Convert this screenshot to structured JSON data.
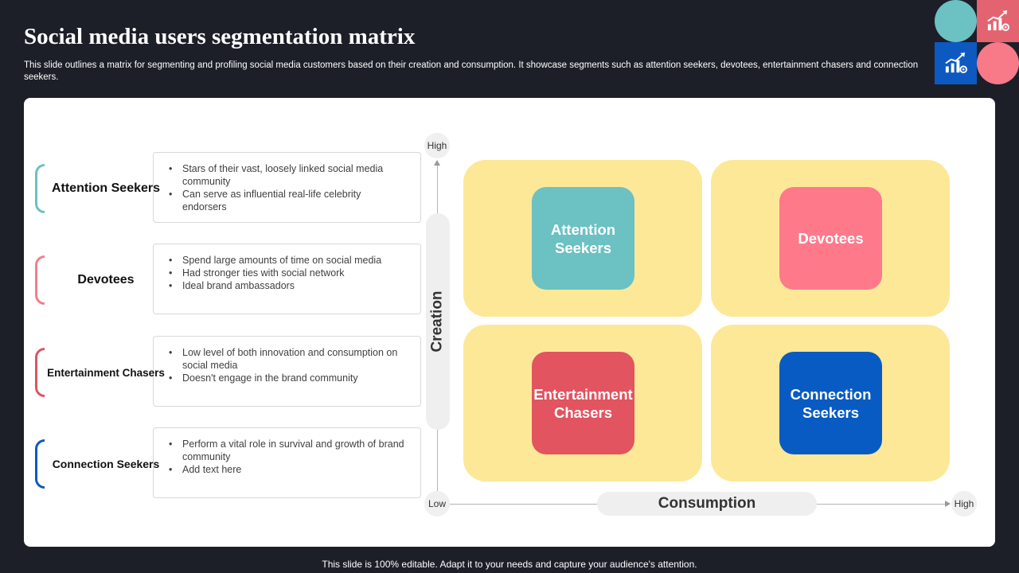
{
  "header": {
    "title": "Social media users segmentation matrix",
    "subtitle": "This slide outlines a matrix for segmenting and profiling social media customers based on their creation and consumption. It showcase segments such as attention seekers, devotees, entertainment chasers and connection seekers."
  },
  "decorations": {
    "icon": "growth-chart-gear-icon",
    "colors": {
      "teal": "#6cc1c3",
      "red": "#e46370",
      "blue": "#0e59c1",
      "pink": "#f87988"
    }
  },
  "segments": [
    {
      "label": "Attention  Seekers",
      "color": "#6cc1c3",
      "bullets": [
        "Stars of their vast, loosely linked social media community",
        "Can serve as influential real-life celebrity endorsers"
      ]
    },
    {
      "label": "Devotees",
      "color": "#f07f8c",
      "bullets": [
        "Spend large amounts of time on social media",
        "Had stronger ties with social network",
        "Ideal brand ambassadors"
      ]
    },
    {
      "label": "Entertainment Chasers",
      "color": "#d95661",
      "bullets": [
        "Low level of both innovation  and consumption on social media",
        "Doesn't engage  in the brand community"
      ]
    },
    {
      "label": "Connection Seekers",
      "color": "#0e59c1",
      "bullets": [
        "Perform  a vital role in survival  and growth of brand community",
        "Add text here"
      ]
    }
  ],
  "axes": {
    "y_label": "Creation",
    "x_label": "Consumption",
    "y_high": "High",
    "origin": "Low",
    "x_high": "High"
  },
  "matrix": {
    "quadrant_color": "#fde898",
    "cells": [
      {
        "position": "top-left",
        "label": "Attention Seekers",
        "color": "#6cc1c3"
      },
      {
        "position": "top-right",
        "label": "Devotees",
        "color": "#fe7a8b"
      },
      {
        "position": "bottom-left",
        "label": "Entertainment Chasers",
        "color": "#e15460"
      },
      {
        "position": "bottom-right",
        "label": "Connection Seekers",
        "color": "#085bc2"
      }
    ]
  },
  "footer": {
    "text": "This slide is 100% editable. Adapt it to your needs and capture your audience's attention."
  }
}
